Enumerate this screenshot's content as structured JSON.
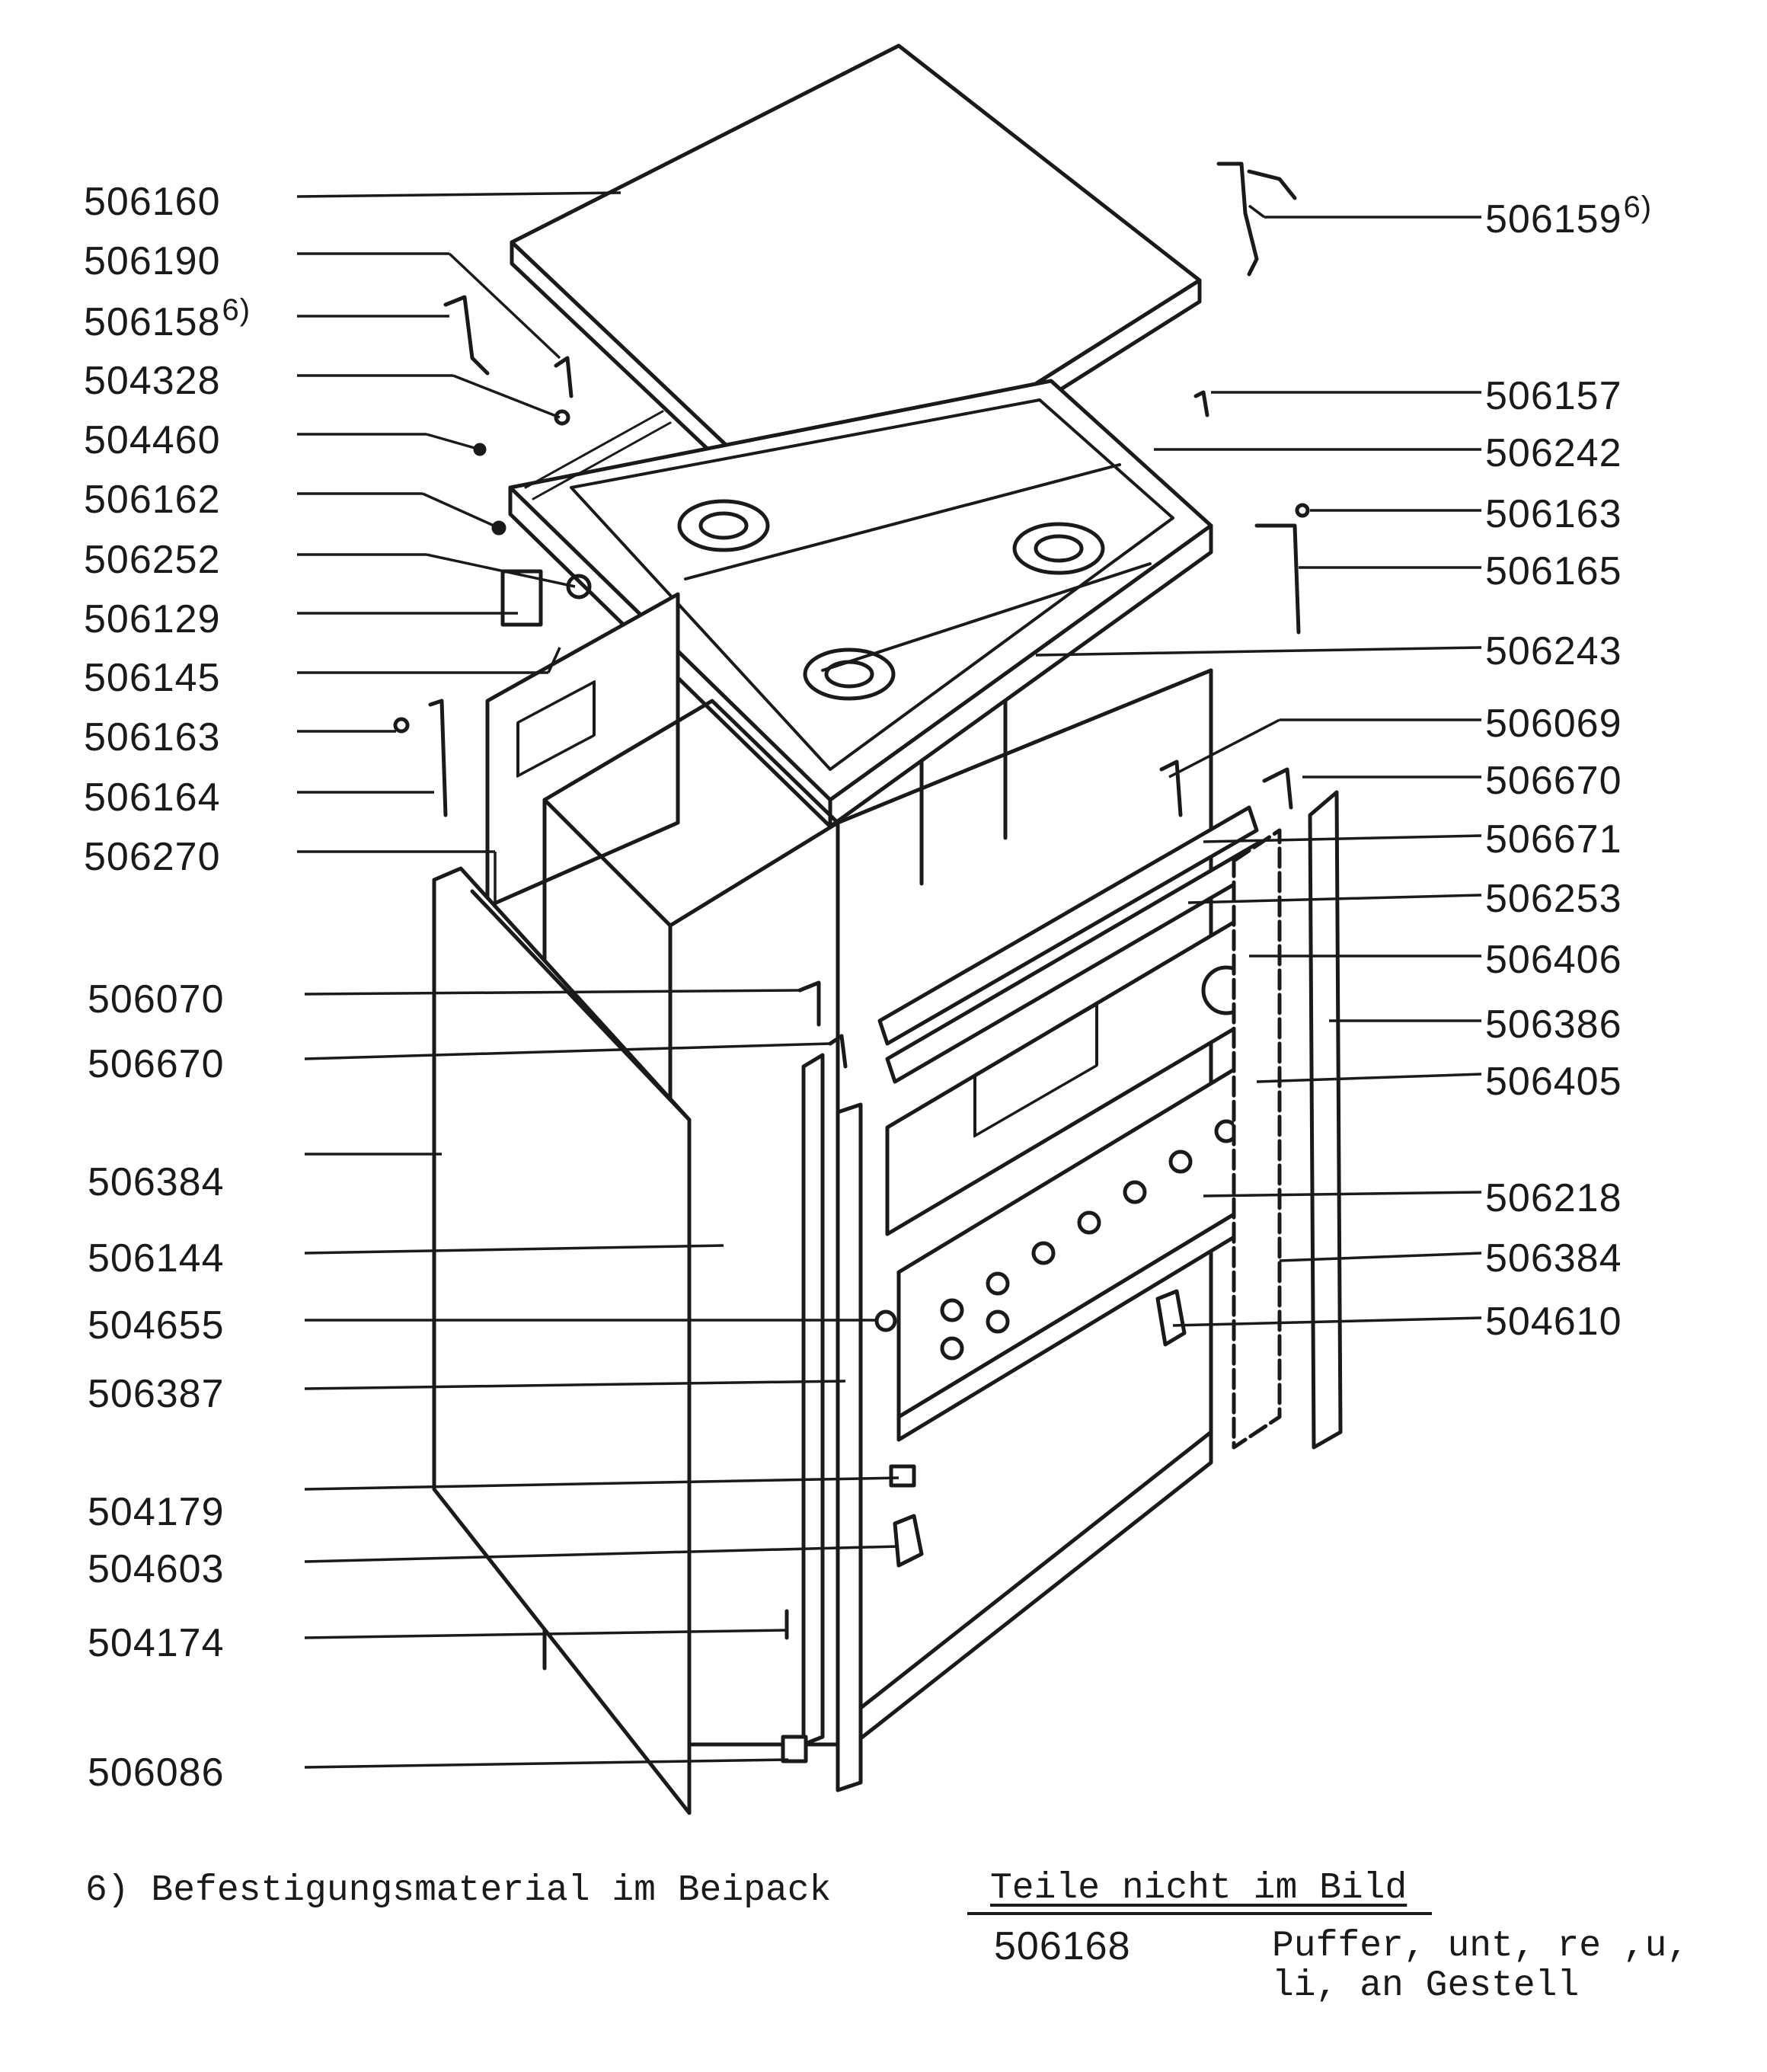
{
  "labels_left": [
    {
      "id": "506160"
    },
    {
      "id": "506190"
    },
    {
      "id": "506158",
      "sup": "6)"
    },
    {
      "id": "504328"
    },
    {
      "id": "504460"
    },
    {
      "id": "506162"
    },
    {
      "id": "506252"
    },
    {
      "id": "506129"
    },
    {
      "id": "506145"
    },
    {
      "id": "506163"
    },
    {
      "id": "506164"
    },
    {
      "id": "506270"
    },
    {
      "id": "506070"
    },
    {
      "id": "506670"
    },
    {
      "id": "506384"
    },
    {
      "id": "506144"
    },
    {
      "id": "504655"
    },
    {
      "id": "506387"
    },
    {
      "id": "504179"
    },
    {
      "id": "504603"
    },
    {
      "id": "504174"
    },
    {
      "id": "506086"
    }
  ],
  "labels_right": [
    {
      "id": "506159",
      "sup": "6)"
    },
    {
      "id": "506157"
    },
    {
      "id": "506242"
    },
    {
      "id": "506163"
    },
    {
      "id": "506165"
    },
    {
      "id": "506243"
    },
    {
      "id": "506069"
    },
    {
      "id": "506670"
    },
    {
      "id": "506671"
    },
    {
      "id": "506253"
    },
    {
      "id": "506406"
    },
    {
      "id": "506386"
    },
    {
      "id": "506405"
    },
    {
      "id": "506218"
    },
    {
      "id": "506384"
    },
    {
      "id": "504610"
    }
  ],
  "footnote": "6) Befestigungsmaterial im Beipack",
  "not_shown": {
    "title": "Teile nicht im Bild",
    "items": [
      {
        "number": "506168",
        "desc_line1": "Puffer, unt, re ,u,",
        "desc_line2": "li, an Gestell"
      }
    ]
  }
}
